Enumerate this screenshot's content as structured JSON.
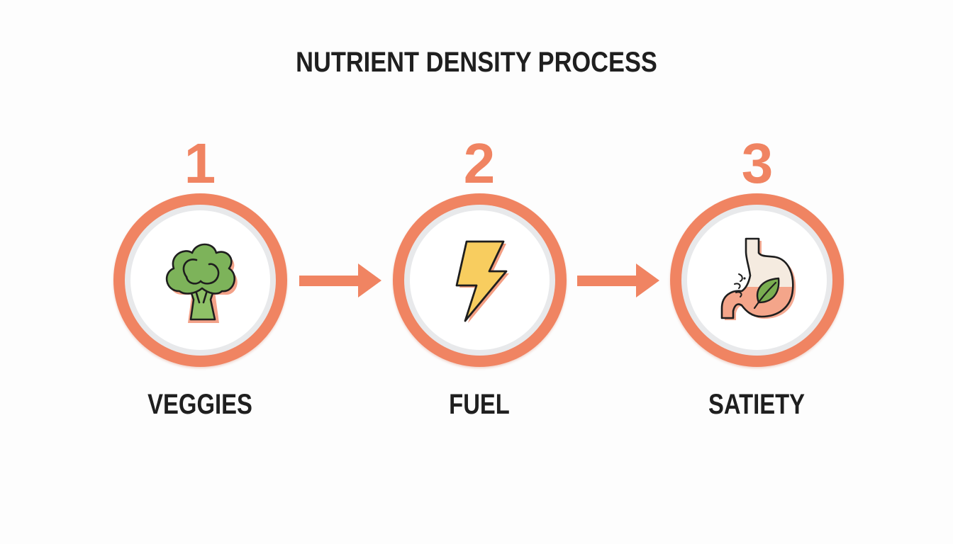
{
  "title": "NUTRIENT DENSITY PROCESS",
  "colors": {
    "accent": "#f08462",
    "ring_inner": "#e8e9eb",
    "text": "#1f1f1f",
    "broccoli": "#7db35a",
    "bolt": "#f8cd5f",
    "stomach_top": "#f5ebe0",
    "stomach_bottom": "#f4a58a",
    "leaf": "#7aae50",
    "background": "#fdfdfd"
  },
  "steps": [
    {
      "number": "1",
      "label": "VEGGIES",
      "icon": "broccoli-icon"
    },
    {
      "number": "2",
      "label": "FUEL",
      "icon": "lightning-bolt-icon"
    },
    {
      "number": "3",
      "label": "SATIETY",
      "icon": "stomach-leaf-icon"
    }
  ],
  "connectors": [
    {
      "from": "1",
      "to": "2",
      "icon": "arrow-right-icon"
    },
    {
      "from": "2",
      "to": "3",
      "icon": "arrow-right-icon"
    }
  ]
}
